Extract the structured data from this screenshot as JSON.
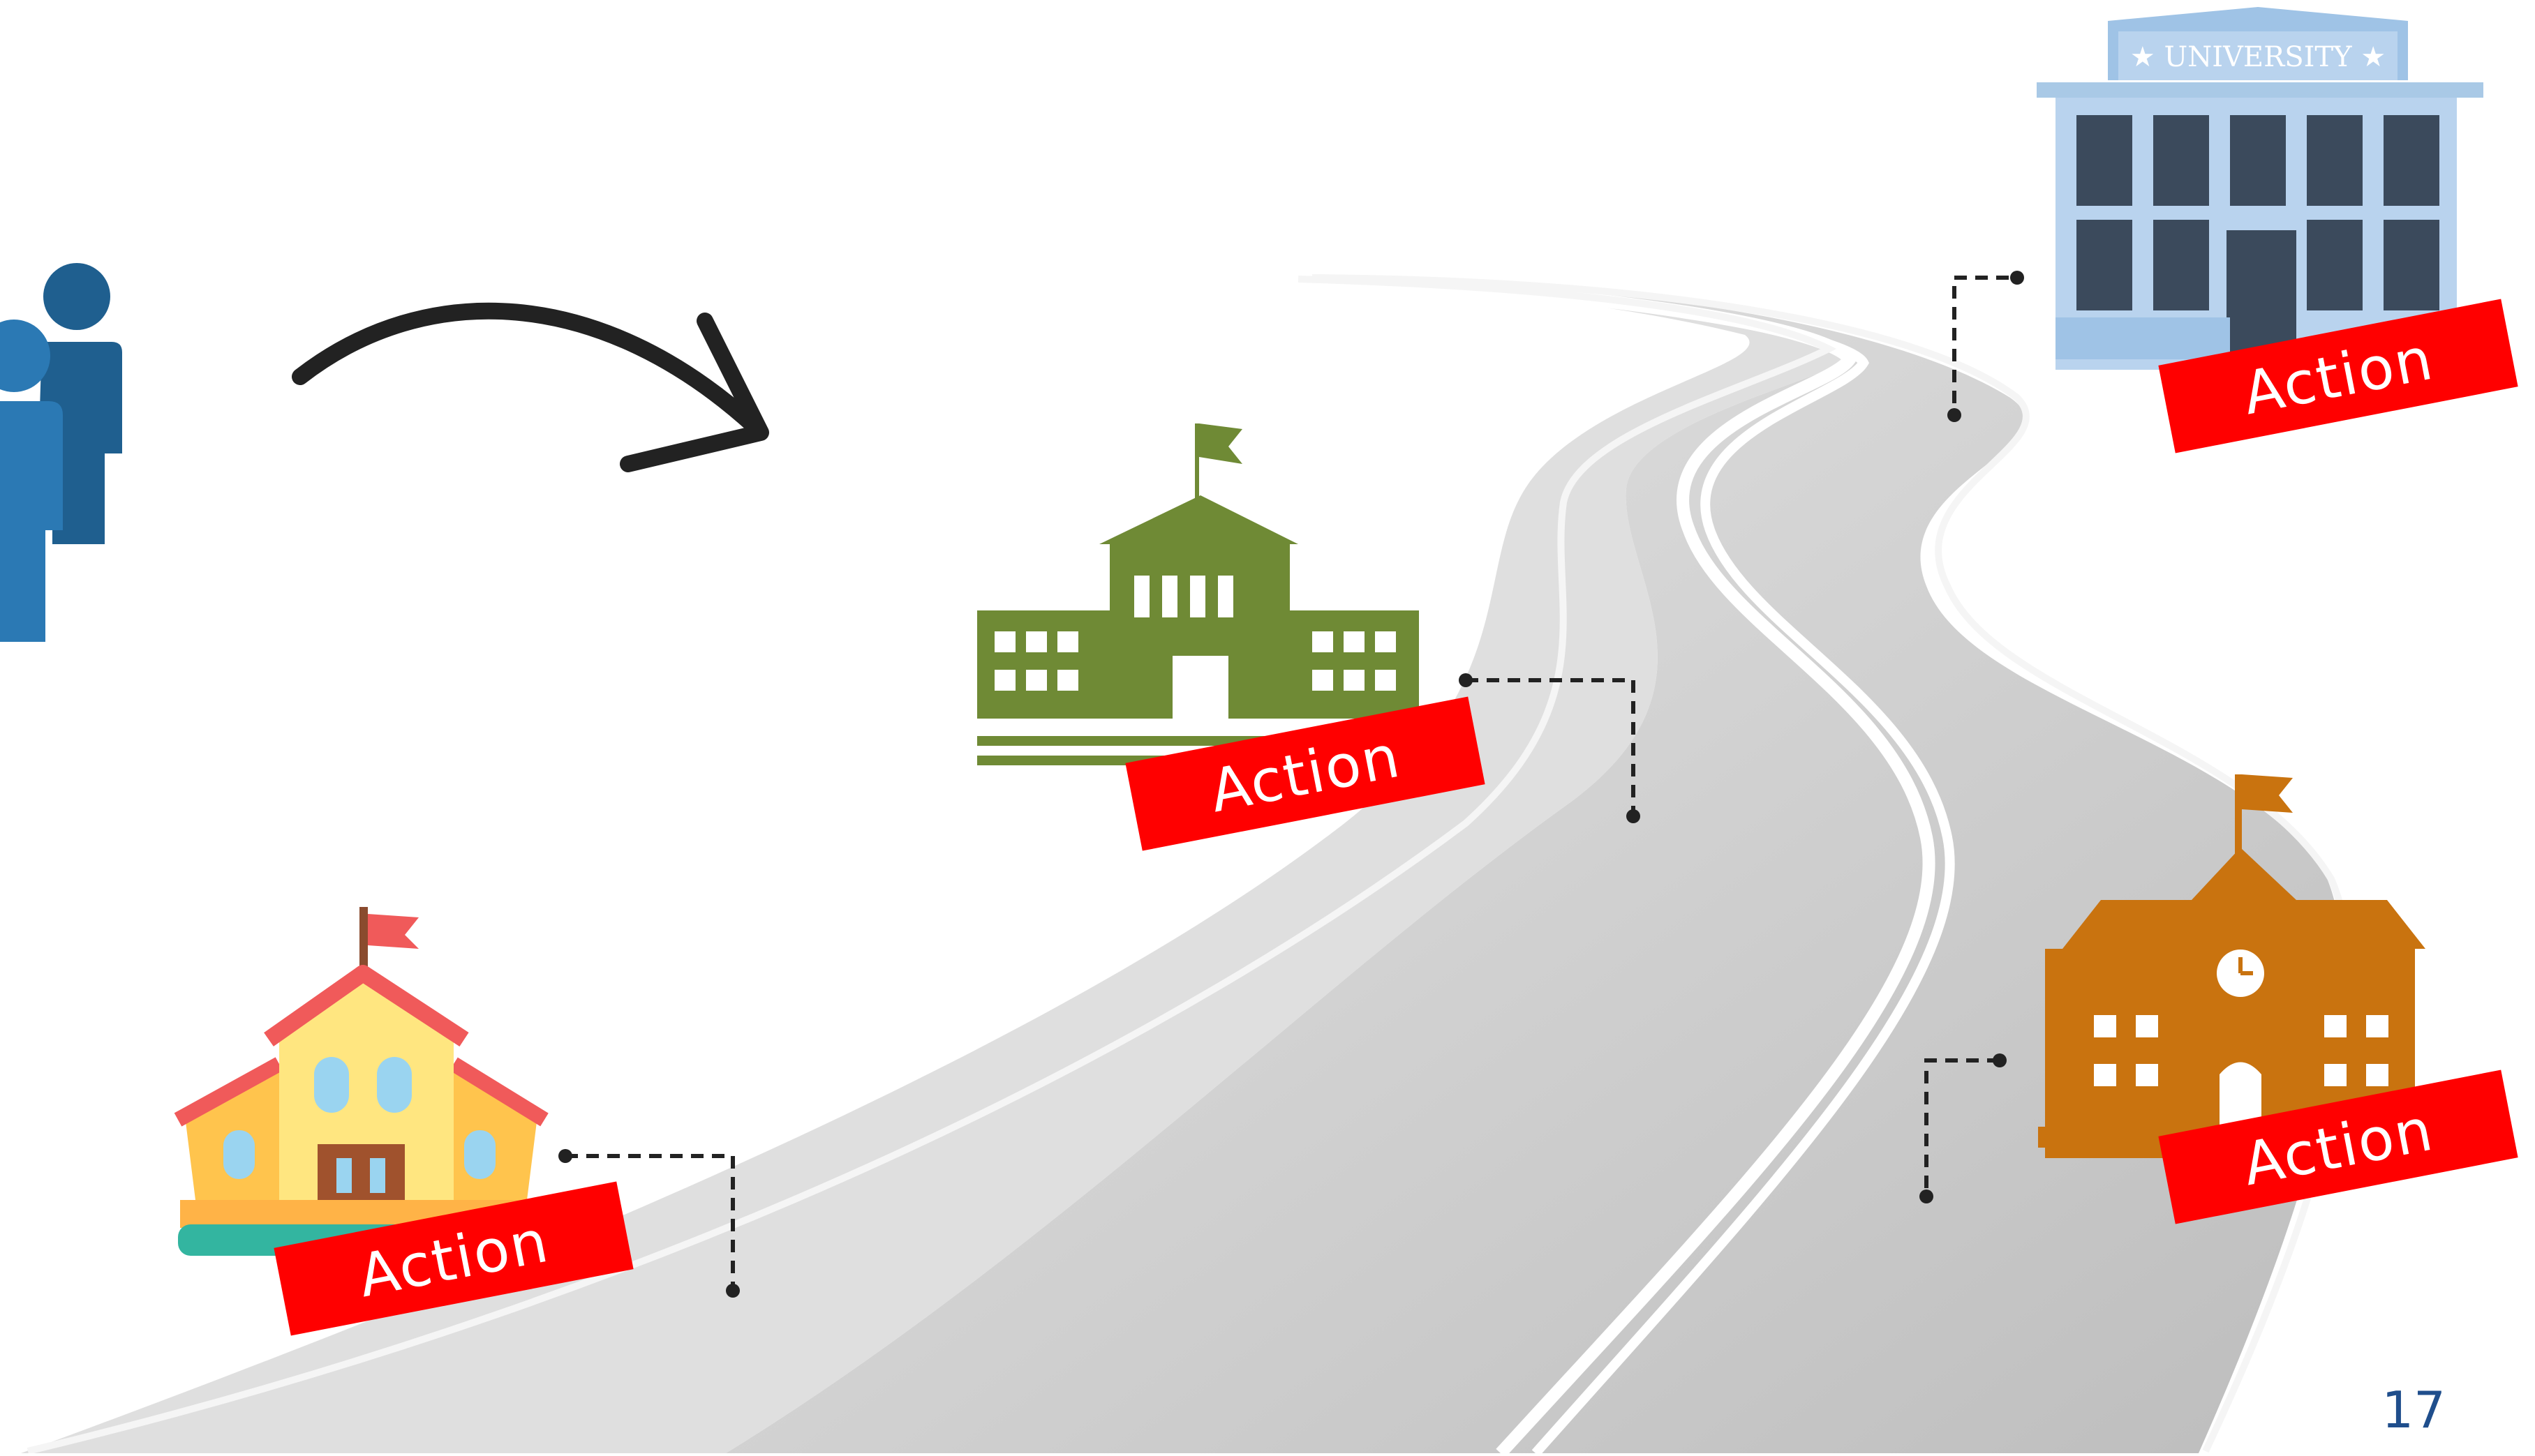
{
  "slide": {
    "page_number": "17",
    "university_sign": "★ UNIVERSITY ★",
    "action_label": "Action",
    "colors": {
      "road": "#c8c8c8",
      "action_tag": "#ff0000",
      "high_school": "#6f8a35",
      "middle_school": "#c9730f",
      "university": "#a9c9e6",
      "people": "#1f5f8f",
      "page_number": "#1f4e8c"
    },
    "icons": [
      "people-icon",
      "curved-arrow-icon",
      "primary-school-icon",
      "high-school-icon",
      "middle-school-icon",
      "university-icon"
    ]
  }
}
